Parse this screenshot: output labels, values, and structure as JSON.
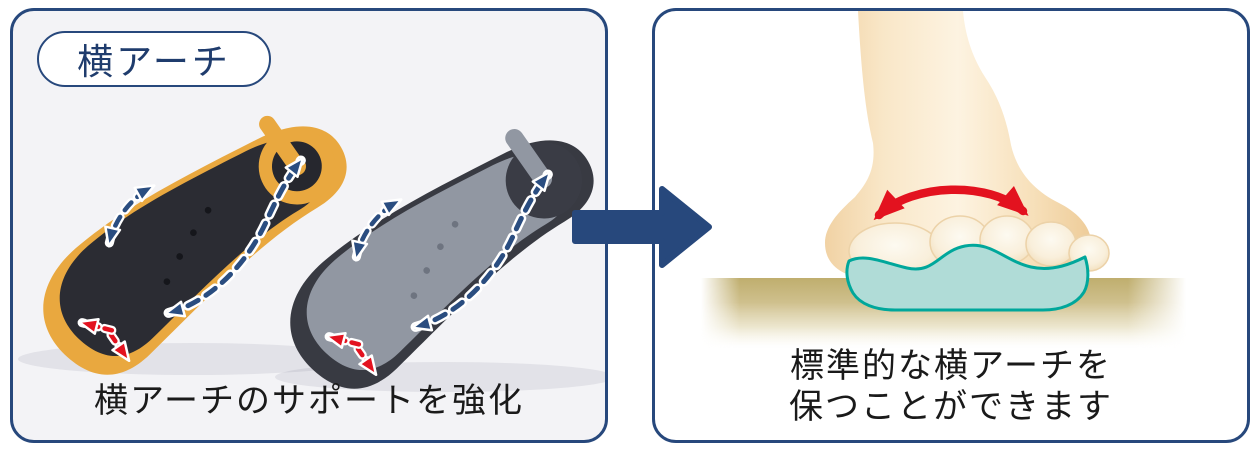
{
  "left_panel": {
    "badge_label": "横アーチ",
    "caption": "横アーチのサポートを強化"
  },
  "right_panel": {
    "caption_line1": "標準的な横アーチを",
    "caption_line2": "保つことができます"
  },
  "colors": {
    "panel_border_navy": "#27487c",
    "badge_text_navy": "#1f3c6d",
    "left_panel_bg": "#f3f3f6",
    "right_panel_bg": "#ffffff",
    "transition_arrow_navy": "#27487c",
    "dashed_arrow_navy": "#2a4d80",
    "spread_arrow_red": "#e3121f",
    "arch_arrow_red": "#e3121f",
    "insole1_rim_yellow": "#e9a83f",
    "insole1_body_dark": "#2b2c33",
    "insole2_rim_dark": "#383a42",
    "insole2_body_gray": "#9197a2",
    "foot_skin_light": "#fdf3e1",
    "support_insole_teal_fill": "#b0dcd7",
    "support_insole_teal_stroke": "#00a79b",
    "ground_tan": "#c3b273",
    "caption_text": "#1a1a1a"
  }
}
